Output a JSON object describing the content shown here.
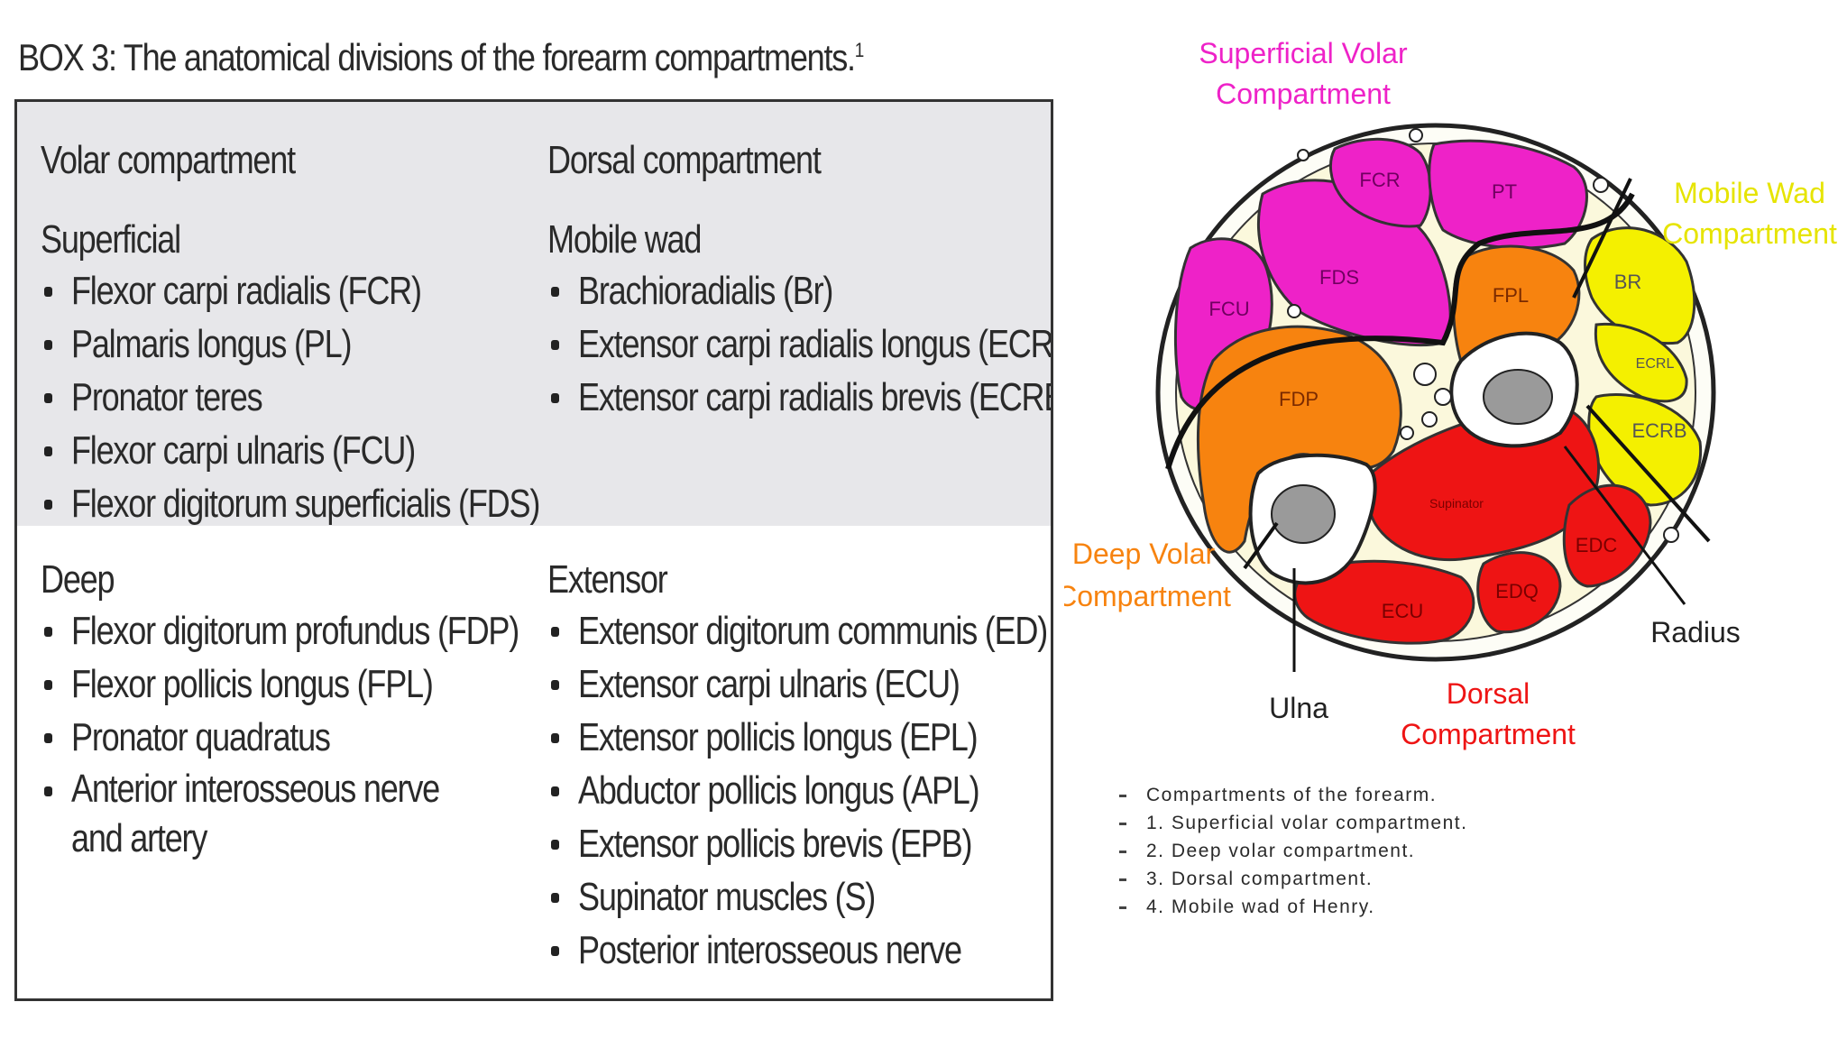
{
  "box": {
    "title": "BOX 3: The anatomical divisions of the forearm compartments.",
    "title_ref": "1",
    "volar": {
      "heading": "Volar compartment",
      "superficial": {
        "label": "Superficial",
        "items": [
          "Flexor carpi radialis (FCR)",
          "Palmaris longus (PL)",
          "Pronator teres",
          "Flexor carpi ulnaris (FCU)",
          "Flexor digitorum superficialis (FDS)"
        ]
      },
      "deep": {
        "label": "Deep",
        "items": [
          "Flexor digitorum profundus (FDP)",
          "Flexor pollicis longus (FPL)",
          "Pronator quadratus",
          "Anterior interosseous nerve and artery"
        ]
      }
    },
    "dorsal": {
      "heading": "Dorsal compartment",
      "mobile_wad": {
        "label": "Mobile wad",
        "items": [
          "Brachioradialis (Br)",
          "Extensor carpi radialis longus (ECRL)",
          "Extensor carpi radialis brevis (ECRB)"
        ]
      },
      "extensor": {
        "label": "Extensor",
        "items": [
          "Extensor digitorum communis (ED)",
          "Extensor carpi ulnaris (ECU)",
          "Extensor pollicis longus (EPL)",
          "Abductor pollicis longus (APL)",
          "Extensor pollicis brevis (EPB)",
          "Supinator muscles (S)",
          "Posterior interosseous nerve"
        ]
      }
    }
  },
  "diagram": {
    "labels": {
      "superficial_volar_1": "Superficial Volar",
      "superficial_volar_2": "Compartment",
      "mobile_wad_1": "Mobile Wad",
      "mobile_wad_2": "Compartment",
      "deep_volar_1": "Deep Volar",
      "deep_volar_2": "Compartment",
      "dorsal_1": "Dorsal",
      "dorsal_2": "Compartment",
      "radius": "Radius",
      "ulna": "Ulna"
    },
    "muscles": {
      "fcr": "FCR",
      "pt": "PT",
      "fds": "FDS",
      "fcu": "FCU",
      "fpl": "FPL",
      "fdp": "FDP",
      "br": "BR",
      "ecrl": "ECRL",
      "ecrb": "ECRB",
      "supinator": "Supinator",
      "edc": "EDC",
      "edq": "EDQ",
      "ecu": "ECU"
    },
    "colors": {
      "magenta": "#ee22c8",
      "orange": "#f7830f",
      "yellow": "#f4f000",
      "red": "#ee1414",
      "cream": "#fbf8dc"
    }
  },
  "notes": [
    "Compartments of the forearm.",
    "1. Superficial volar compartment.",
    "2. Deep volar compartment.",
    "3. Dorsal compartment.",
    "4. Mobile wad of Henry."
  ]
}
